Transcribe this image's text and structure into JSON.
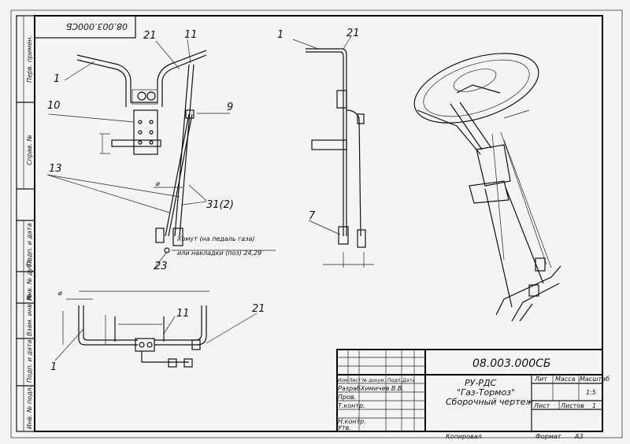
{
  "stamp": {
    "code_rotated": "08.003.000СБ",
    "code": "08.003.000СБ",
    "product_line1": "РУ-РДС",
    "product_line2": "\"Газ-Тормоз\"",
    "doc_type": "Сборочный чертеж",
    "col_lit": "Лит",
    "col_mass": "Масса",
    "col_scale": "Масштаб",
    "scale_value": "1:5",
    "sheet_label": "Лист",
    "sheets_label": "Листов",
    "sheets_value": "1",
    "change_row": [
      "Изм",
      "Лист",
      "№ докум.",
      "Подп.",
      "Дата"
    ],
    "role_developer": "Разраб.",
    "developer_name": "Химичев В.В.",
    "role_checked": "Пров.",
    "role_tcontrol": "Т.контр.",
    "role_ncontrol": "Н.контр.",
    "role_approved": "Утв.",
    "copied": "Копировал",
    "format_label": "Формат",
    "format_value": "А3"
  },
  "margin_labels": {
    "first_use": "Перв. примен.",
    "ref_no": "Справ. №",
    "sign_date1": "Подп. и дата",
    "dup_inv": "Инв. № дубл.",
    "replace_inv": "Взам. инв. №",
    "sign_date2": "Подп. и дата",
    "orig_inv": "Инв. № подл."
  },
  "callouts": {
    "front_1": "1",
    "front_21": "21",
    "front_11": "11",
    "front_10": "10",
    "front_9": "9",
    "front_13": "13",
    "front_31": "31(2)",
    "front_23": "23",
    "front_phi": "ø",
    "note_line1": "Хомут (на педаль газа)",
    "note_line2": "или накладки (поз) 24,29",
    "side_1": "1",
    "side_21": "21",
    "side_7": "7",
    "top_1": "1",
    "top_11": "11",
    "top_21": "21",
    "top_phi": "ø"
  }
}
